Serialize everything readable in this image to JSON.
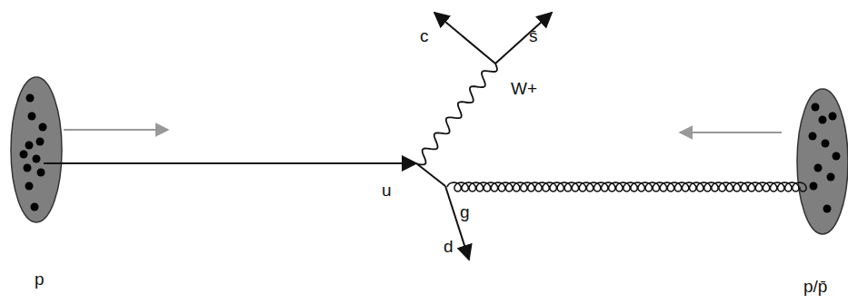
{
  "diagram": {
    "labels": [
      "c",
      "s̄",
      "W+",
      "u",
      "g",
      "d",
      "p",
      "p/p̄"
    ]
  }
}
